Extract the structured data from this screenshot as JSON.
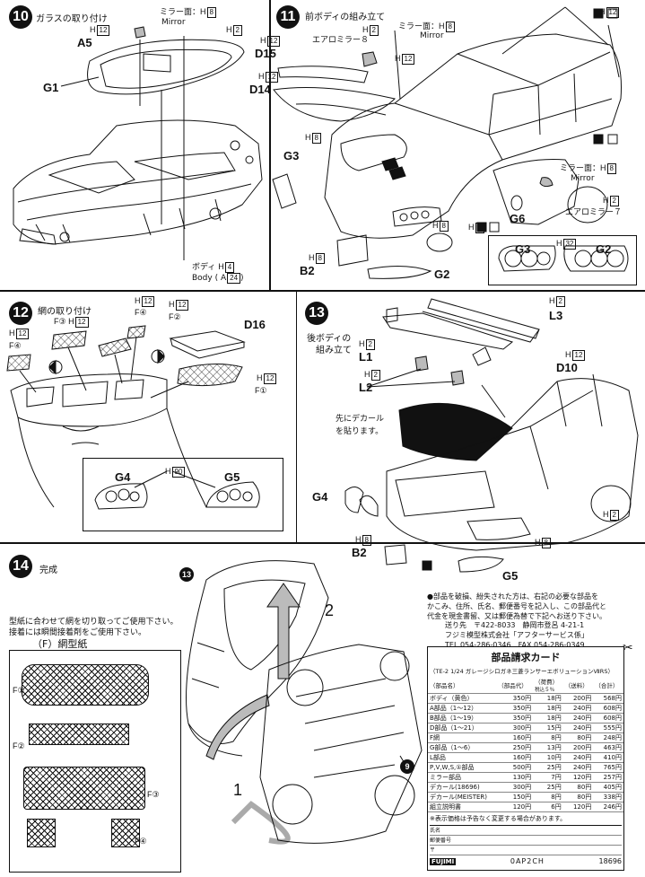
{
  "step10": {
    "num": "10",
    "title": "ガラスの取り付け",
    "mirror_face": "ミラー面：H",
    "mirror_face_box": "8",
    "h_a5": "H",
    "h_a5_box": "12",
    "a5": "A5",
    "mirror": "Mirror",
    "h_g1": "H",
    "h_g1_box": "2",
    "g1": "G1",
    "body_jp": "ボディ",
    "body_h": "H",
    "body_h_box": "4",
    "body_en": "Body",
    "body_a": "( A",
    "body_a_box": "24",
    "body_a_close": ")"
  },
  "step11": {
    "num": "11",
    "title": "前ボディの組み立て",
    "mirror_face": "ミラー面：H",
    "mirror_face_box": "8",
    "mirror": "Mirror",
    "h_d15": "H",
    "h_d15_box": "12",
    "d15": "D15",
    "h_aero8": "H",
    "h_aero8_box": "2",
    "aero8": "エアロミラー８",
    "h_d14": "H",
    "h_d14_box": "12",
    "d14": "D14",
    "h_top": "H",
    "h_top_box": "12",
    "h_hood": "H",
    "h_hood_box": "8",
    "g3": "G3",
    "h_b2": "H",
    "h_b2_box": "8",
    "b2": "B2",
    "g2": "G2",
    "h_g6": "H",
    "h_g6_box": "8",
    "g6": "G6",
    "h_bottom": "H",
    "h_bottom_box": "8",
    "mirror_face2": "ミラー面：H",
    "mirror_face2_box": "8",
    "mirror2": "Mirror",
    "h_aero7": "H",
    "h_aero7_box": "2",
    "aero7": "エアロミラー７",
    "detail_g3": "G3",
    "detail_h": "H",
    "detail_h_box": "32",
    "detail_g2": "G2"
  },
  "step12": {
    "num": "12",
    "title": "網の取り付け",
    "h_f3": "H",
    "h_f3_box": "12",
    "f3": "F③",
    "h_f4": "H",
    "h_f4_box": "12",
    "f4": "F④",
    "h_f4b": "H",
    "h_f4b_box": "12",
    "f4b": "F④",
    "h_f2": "H",
    "h_f2_box": "12",
    "f2": "F②",
    "d16": "D16",
    "h_f1": "H",
    "h_f1_box": "12",
    "f1": "F①",
    "g4": "G4",
    "h_detail": "H",
    "h_detail_box": "90",
    "g5": "G5"
  },
  "step13": {
    "num": "13",
    "title1": "後ボディの",
    "title2": "組み立て",
    "h_l3": "H",
    "h_l3_box": "2",
    "l3": "L3",
    "h_l1": "H",
    "h_l1_box": "2",
    "l1": "L1",
    "h_l2": "H",
    "h_l2_box": "2",
    "l2": "L2",
    "h_d10": "H",
    "h_d10_box": "12",
    "d10": "D10",
    "decal_note1": "先にデカール",
    "decal_note2": "を貼ります。",
    "g4": "G4",
    "h_right": "H",
    "h_right_box": "2",
    "h_b2": "H",
    "h_b2_box": "8",
    "b2": "B2",
    "h_bottom": "H",
    "h_bottom_box": "8",
    "g5": "G5"
  },
  "step14": {
    "num": "14",
    "title": "完成",
    "marker13": "13",
    "marker9": "9",
    "arrow1": "1",
    "arrow2": "2",
    "cut_note1": "型紙に合わせて網を切り取ってご使用下さい。",
    "cut_note2": "接着には瞬間接着剤をご使用下さい。",
    "paper_title": "（F）網型紙",
    "f1": "F①",
    "f2": "F②",
    "f3": "F③",
    "f4": "F④"
  },
  "notice": {
    "line1": "●部品を破損、紛失された方は、右記の必要な部品を",
    "line2": "かこみ、住所、氏名、郵便番号を記入し、この部品代と",
    "line3": "代金を現金書留、又は郵便為替で下記へお送り下さい。",
    "addr1": "送り先　〒422-8033　静岡市登呂 4-21-1",
    "addr2": "フジミ模型株式会社「アフターサービス係」",
    "tel": "TEL 054-286-0346　FAX 054-286-0349"
  },
  "card": {
    "title": "部品請求カード",
    "subtitle": "（TE-2  1/24 ガレージシロガネ三菱ランサーエボリューションⅦRS）",
    "headers": [
      "（部品名）",
      "（部品代）",
      "（荷費）",
      "（送料）",
      "（合計）"
    ],
    "tax": "税込５％",
    "rows": [
      [
        "ボディ（黄色）",
        "350円",
        "18円",
        "200円",
        "568円"
      ],
      [
        "A部品（1〜12）",
        "350円",
        "18円",
        "240円",
        "608円"
      ],
      [
        "B部品（1〜19）",
        "350円",
        "18円",
        "240円",
        "608円"
      ],
      [
        "D部品（1〜21）",
        "300円",
        "15円",
        "240円",
        "555円"
      ],
      [
        "F網",
        "160円",
        "8円",
        "80円",
        "248円"
      ],
      [
        "G部品（1〜6）",
        "250円",
        "13円",
        "200円",
        "463円"
      ],
      [
        "L部品",
        "160円",
        "10円",
        "240円",
        "410円"
      ],
      [
        "P,V,W,S,①部品",
        "500円",
        "25円",
        "240円",
        "765円"
      ],
      [
        "ミラー部品",
        "130円",
        "7円",
        "120円",
        "257円"
      ],
      [
        "デカール(18696)",
        "300円",
        "25円",
        "80円",
        "405円"
      ],
      [
        "デカール(MEISTER)",
        "150円",
        "8円",
        "80円",
        "338円"
      ],
      [
        "組立説明書",
        "120円",
        "6円",
        "120円",
        "246円"
      ]
    ],
    "price_note": "※表示価格は予告なく変更する場合があります。",
    "name_label": "氏名",
    "zip_label": "郵便番号",
    "address_label": "〒",
    "logo": "FUJIMI",
    "code": "0AP2CH",
    "number": "18696"
  }
}
